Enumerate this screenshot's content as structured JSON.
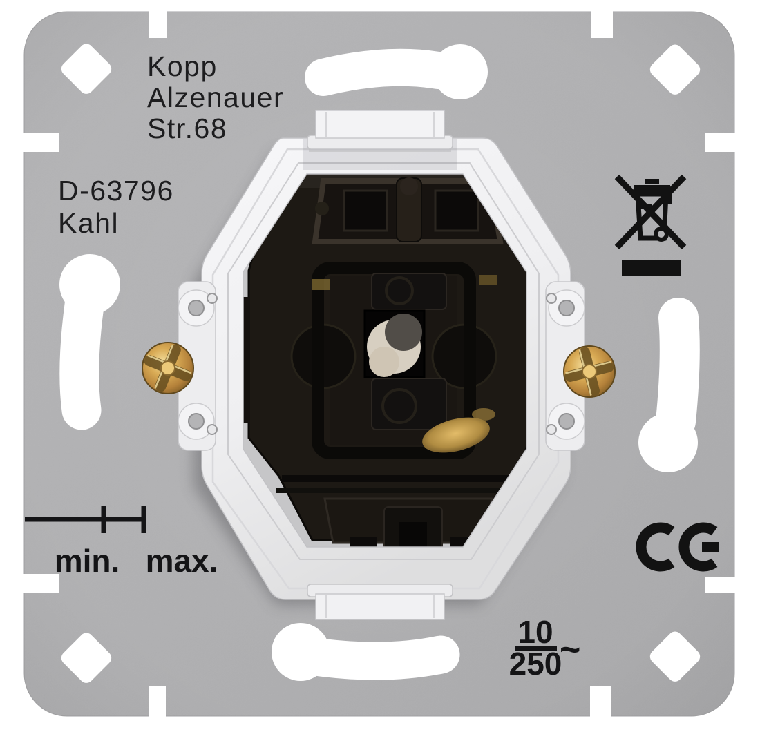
{
  "photo": {
    "subject": "flush-mount rocker switch insert with metal claw support plate",
    "background_color": "#ffffff",
    "plate_color": "#b3b3b5",
    "frame_color": "#f2f2f4",
    "mechanism_color": "#1b1712",
    "screw_color": "#c9973f",
    "marking_color": "#1d1d1f"
  },
  "plate": {
    "manufacturer": {
      "line1": "Kopp",
      "line2": "Alzenauer",
      "line3": "Str.68"
    },
    "address": {
      "line1": "D-63796",
      "line2": "Kahl"
    },
    "gauge": {
      "min_label": "min.",
      "max_label": "max."
    },
    "rating": {
      "current": "10",
      "voltage": "250",
      "ac_symbol": "~"
    },
    "ce_label": "CE",
    "weee_label": "crossed-out-wheelie-bin"
  }
}
